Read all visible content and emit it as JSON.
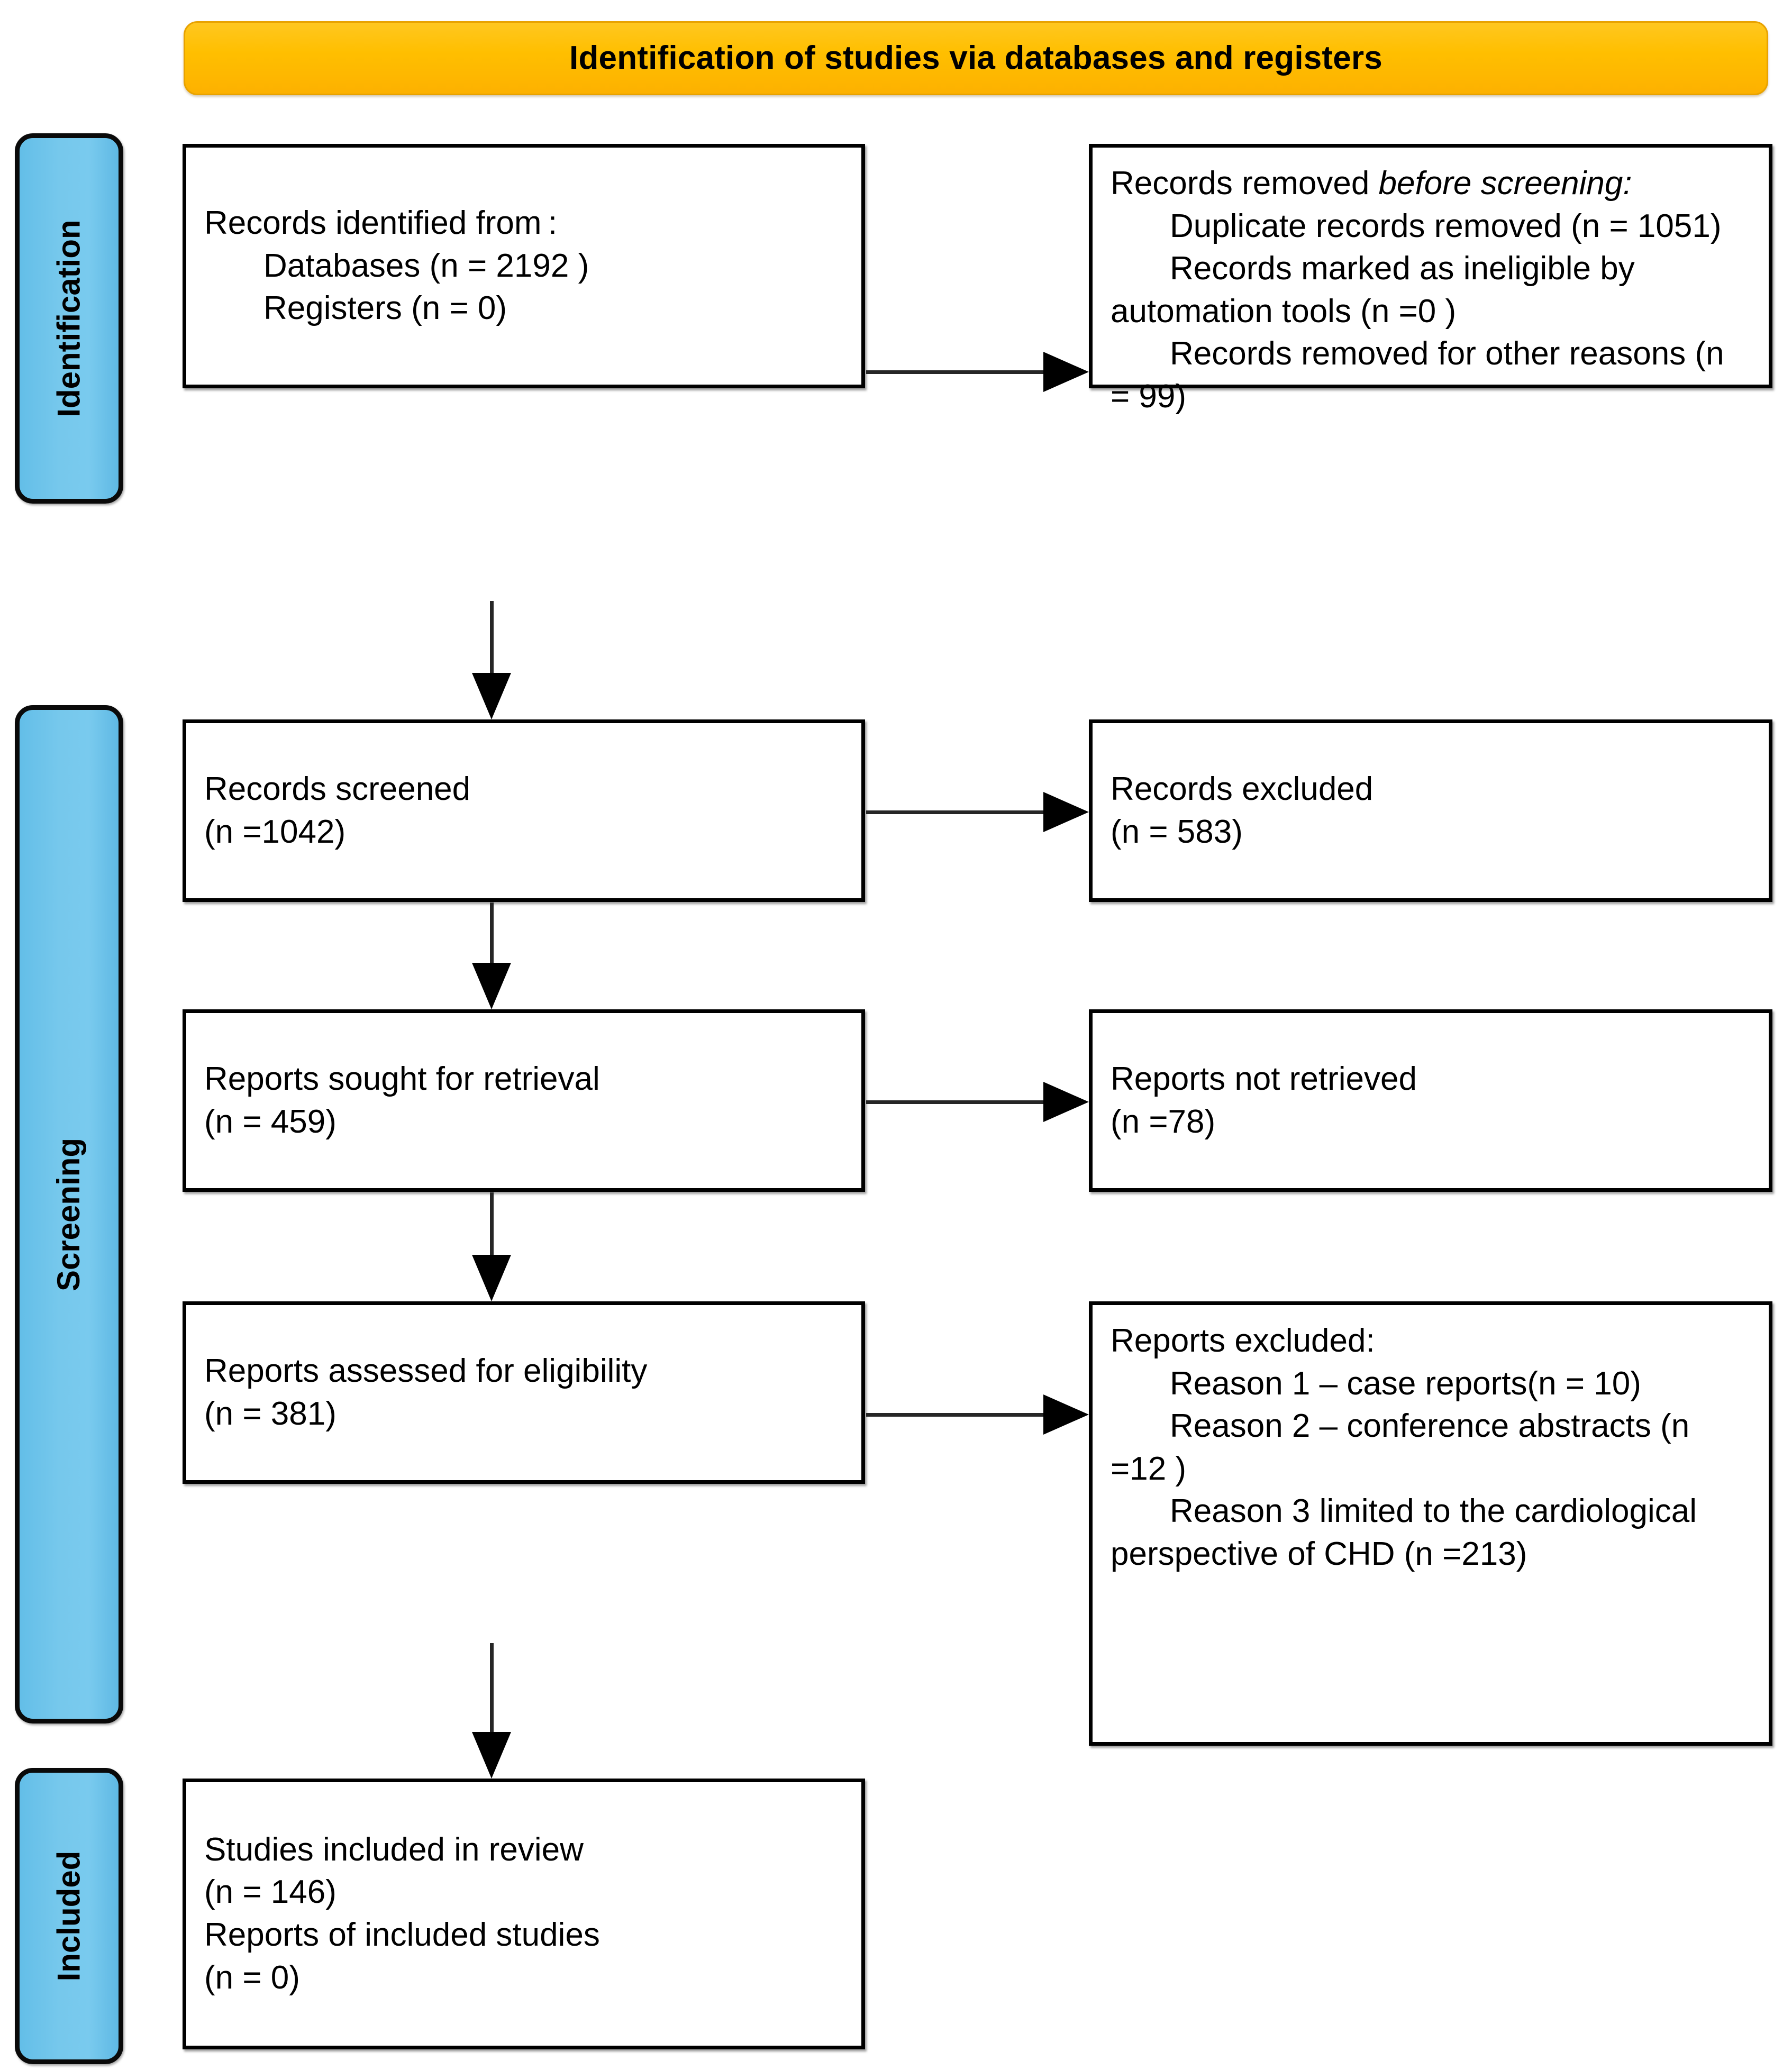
{
  "banner": {
    "title": "Identification of studies via databases and registers",
    "color": "#FFBF00"
  },
  "stages": {
    "identification": "Identification",
    "screening": "Screening",
    "included": "Included",
    "color": "#6EC4EB"
  },
  "boxes": {
    "identified": {
      "line1": "Records identified from :",
      "line2": "Databases (n = 2192 )",
      "line3": "Registers (n = 0)"
    },
    "removed_before": {
      "line1_a": "Records removed ",
      "line1_b": "before screening",
      "line1_c": ":",
      "line2": "Duplicate records removed (n = 1051)",
      "line3": "Records marked as ineligible by automation tools (n =0 )",
      "line4": "Records removed for other reasons (n = 99)"
    },
    "screened": {
      "line1": "Records screened",
      "line2": "(n =1042)"
    },
    "excluded": {
      "line1": "Records excluded",
      "line2": "(n = 583)"
    },
    "sought": {
      "line1": "Reports sought for retrieval",
      "line2": "(n = 459)"
    },
    "not_retrieved": {
      "line1": "Reports not retrieved",
      "line2": "(n =78)"
    },
    "assessed": {
      "line1": "Reports assessed for eligibility",
      "line2": "(n = 381)"
    },
    "reports_excluded": {
      "line1": "Reports excluded:",
      "line2": "Reason 1 – case reports(n = 10)",
      "line3": "Reason 2 – conference abstracts (n =12 )",
      "line4": "Reason 3 limited to the cardiological perspective of CHD (n =213)"
    },
    "included": {
      "line1": "Studies included in review",
      "line2": "(n = 146)",
      "line3": "Reports of included studies",
      "line4": "(n = 0)"
    }
  },
  "chart_data": {
    "type": "table",
    "title": "Identification of studies via databases and registers",
    "nodes": [
      {
        "stage": "Identification",
        "label": "Records identified from Databases",
        "n": 2192
      },
      {
        "stage": "Identification",
        "label": "Records identified from Registers",
        "n": 0
      },
      {
        "stage": "Identification",
        "label": "Duplicate records removed",
        "n": 1051
      },
      {
        "stage": "Identification",
        "label": "Records marked as ineligible by automation tools",
        "n": 0
      },
      {
        "stage": "Identification",
        "label": "Records removed for other reasons",
        "n": 99
      },
      {
        "stage": "Screening",
        "label": "Records screened",
        "n": 1042
      },
      {
        "stage": "Screening",
        "label": "Records excluded",
        "n": 583
      },
      {
        "stage": "Screening",
        "label": "Reports sought for retrieval",
        "n": 459
      },
      {
        "stage": "Screening",
        "label": "Reports not retrieved",
        "n": 78
      },
      {
        "stage": "Screening",
        "label": "Reports assessed for eligibility",
        "n": 381
      },
      {
        "stage": "Screening",
        "label": "Reports excluded – Reason 1 – case reports",
        "n": 10
      },
      {
        "stage": "Screening",
        "label": "Reports excluded – Reason 2 – conference abstracts",
        "n": 12
      },
      {
        "stage": "Screening",
        "label": "Reports excluded – Reason 3 limited to the cardiological perspective of CHD",
        "n": 213
      },
      {
        "stage": "Included",
        "label": "Studies included in review",
        "n": 146
      },
      {
        "stage": "Included",
        "label": "Reports of included studies",
        "n": 0
      }
    ]
  }
}
